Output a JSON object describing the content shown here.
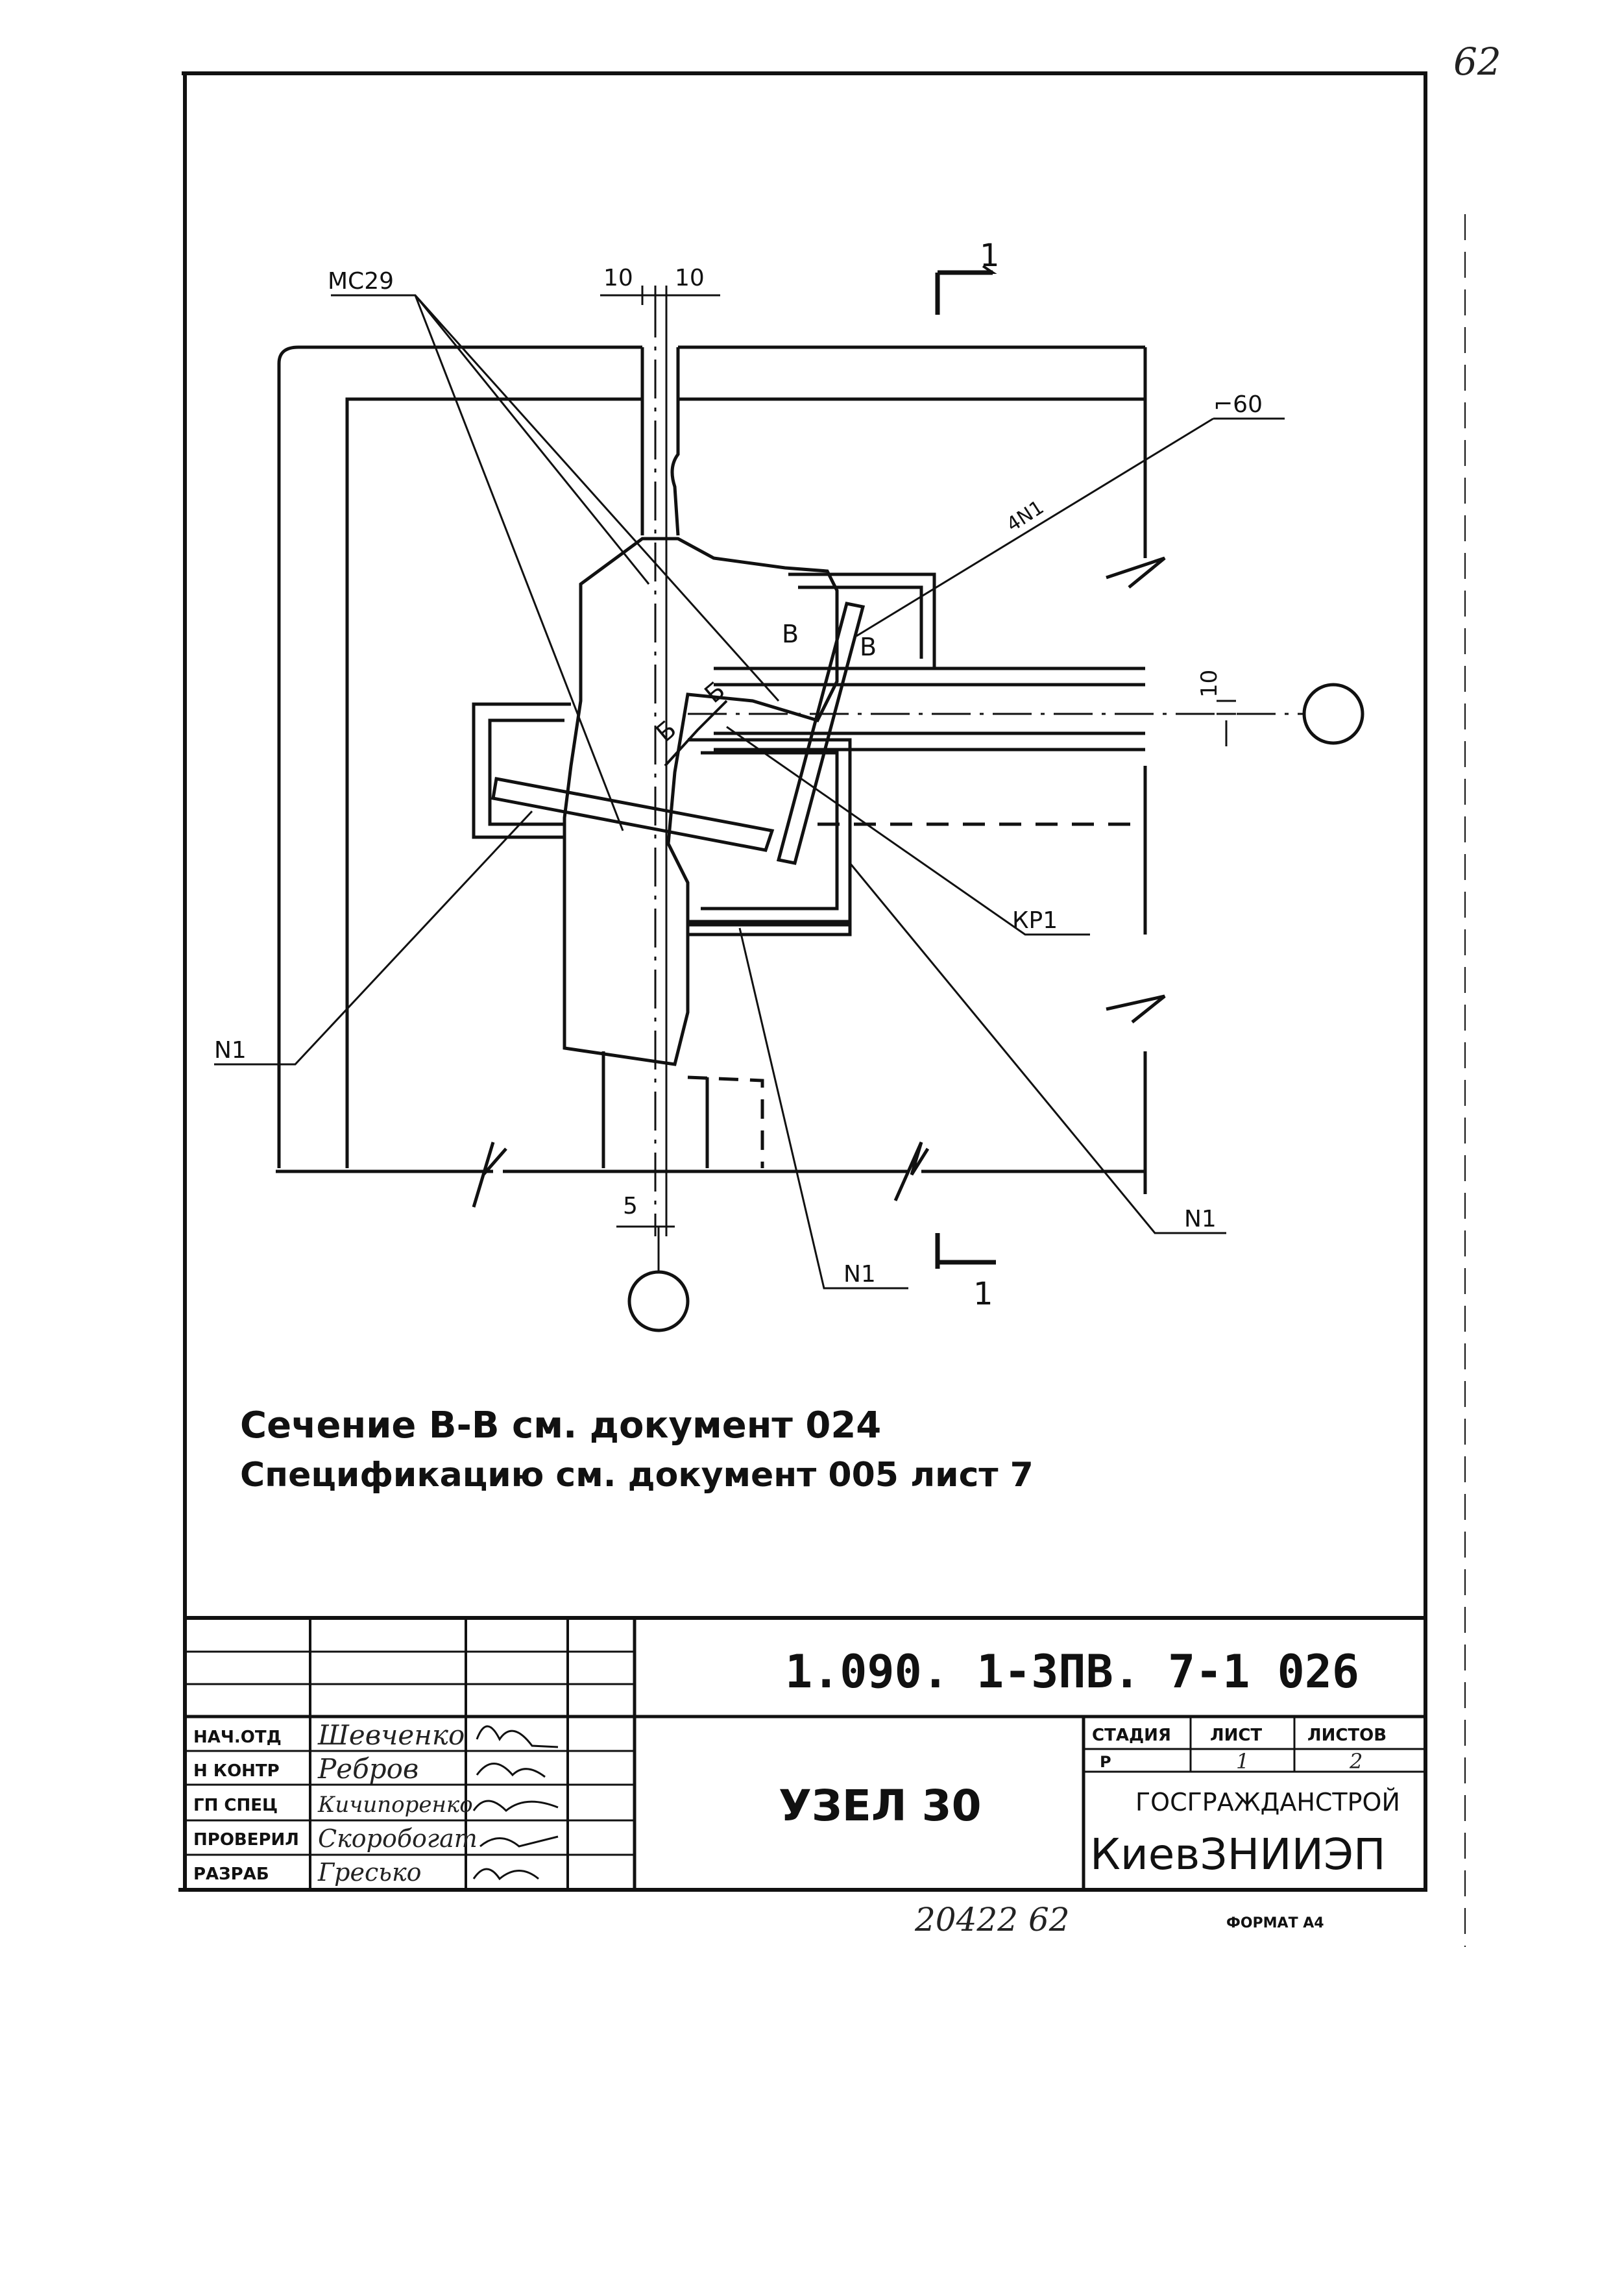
{
  "page_number": "62",
  "drawing": {
    "callouts": {
      "mc29": "МС29",
      "angle60": "⌐60",
      "n4n1": "4N1",
      "kp1": "КР1",
      "n1_left": "N1",
      "n1_bottom": "N1",
      "n1_right": "N1",
      "b_left": "В",
      "b_right": "В",
      "b_diag": "Б",
      "b_diag2": "Б"
    },
    "dimensions": {
      "top_left": "10",
      "top_right": "10",
      "right": "10",
      "bottom": "5"
    },
    "section_marks": {
      "top": "1",
      "bottom": "1"
    }
  },
  "notes": {
    "line1": "Сечение В-В  см. документ 024",
    "line2": "Спецификацию   см. документ 005 лист 7"
  },
  "title_block": {
    "doc_code": "1.090. 1-3ПВ. 7-1     026",
    "drawing_name": "УЗЕЛ 30",
    "roles": [
      {
        "role": "НАЧ.ОТД",
        "name": "Шевченко"
      },
      {
        "role": "Н КОНТР",
        "name": "Ребров"
      },
      {
        "role": "ГП СПЕЦ",
        "name": "Кичипоренко"
      },
      {
        "role": "ПРОВЕРИЛ",
        "name": "Скоробогат"
      },
      {
        "role": "РАЗРАБ",
        "name": "Гресько"
      }
    ],
    "stage_header": "СТАДИЯ",
    "sheet_header": "ЛИСТ",
    "sheets_header": "ЛИСТОВ",
    "stage_value": "Р",
    "sheet_value": "1",
    "sheets_value": "2",
    "org_line1": "ГОСГРАЖДАНСТРОЙ",
    "org_line2": "КиевЗНИИЭП"
  },
  "footer": {
    "inventory": "20422   62",
    "format": "ФОРМАТ А4"
  }
}
